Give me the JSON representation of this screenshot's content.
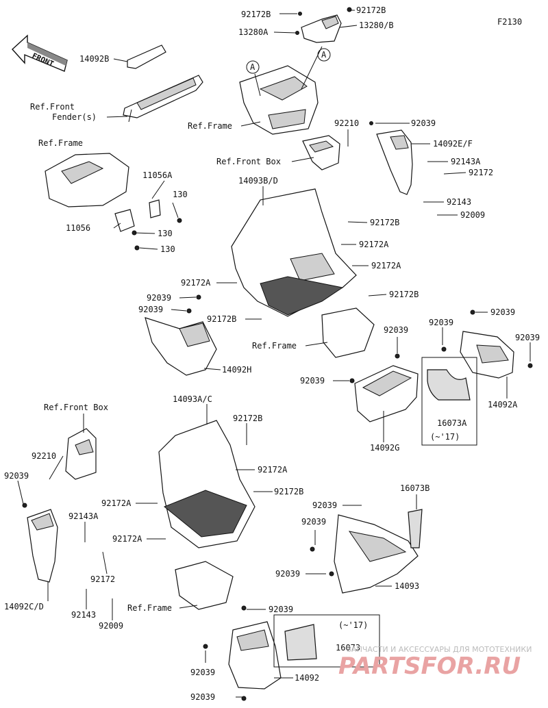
{
  "diagram_code": "F2130",
  "front_arrow": "FRONT",
  "parts": {
    "p_92172B_top": "92172B",
    "p_92172B_top_r": "92172B",
    "p_13280A": "13280A",
    "p_13280B": "13280/B",
    "p_14092B": "14092B",
    "ref_front_fender_1": "Ref.Front",
    "ref_front_fender_2": "Fender(s)",
    "ref_frame_top": "Ref.Frame",
    "p_92210_top": "92210",
    "p_92039_top": "92039",
    "p_14092EF": "14092E/F",
    "p_92143A_top": "92143A",
    "p_92172_top": "92172",
    "p_92143_top": "92143",
    "p_92009_top": "92009",
    "ref_front_box_top": "Ref.Front Box",
    "ref_frame_left": "Ref.Frame",
    "p_11056A": "11056A",
    "p_130_a": "130",
    "p_11056": "11056",
    "p_130_b": "130",
    "p_130_c": "130",
    "p_14093BD": "14093B/D",
    "p_92172B_mid": "92172B",
    "p_92172A_mid1": "92172A",
    "p_92172A_mid2": "92172A",
    "p_92172A_left": "92172A",
    "p_92172B_right": "92172B",
    "p_92039_l1": "92039",
    "p_92039_l2": "92039",
    "p_92172B_low": "92172B",
    "ref_frame_mid": "Ref.Frame",
    "p_14092H": "14092H",
    "p_92039_c": "92039",
    "p_92039_d": "92039",
    "p_14092G": "14092G",
    "p_92039_e": "92039",
    "p_92039_f": "92039",
    "p_92039_g": "92039",
    "p_16073A": "16073A",
    "note_17_a": "(~'17)",
    "p_14092A": "14092A",
    "ref_front_box_low": "Ref.Front Box",
    "p_14093AC": "14093A/C",
    "p_92172B_b1": "92172B",
    "p_92172A_b1": "92172A",
    "p_92172A_b2": "92172A",
    "p_92172B_b2": "92172B",
    "p_92172A_b3": "92172A",
    "p_92210_low": "92210",
    "p_92039_low_l": "92039",
    "p_92143A_low": "92143A",
    "p_92172_low": "92172",
    "p_14092CD": "14092C/D",
    "p_92143_low": "92143",
    "p_92009_low": "92009",
    "ref_frame_low": "Ref.Frame",
    "p_92039_h": "92039",
    "p_92039_i": "92039",
    "p_16073B": "16073B",
    "p_92039_j": "92039",
    "p_14093": "14093",
    "p_92039_k": "92039",
    "note_17_b": "(~'17)",
    "p_16073": "16073",
    "p_92039_l": "92039",
    "p_14092": "14092",
    "p_92039_m": "92039",
    "callout_A1": "A",
    "callout_A2": "A"
  },
  "watermark": {
    "line1": "ЗАПЧАСТИ И АКСЕССУАРЫ ДЛЯ МОТОТЕХНИКИ",
    "line2": "PARTSFOR.RU"
  }
}
